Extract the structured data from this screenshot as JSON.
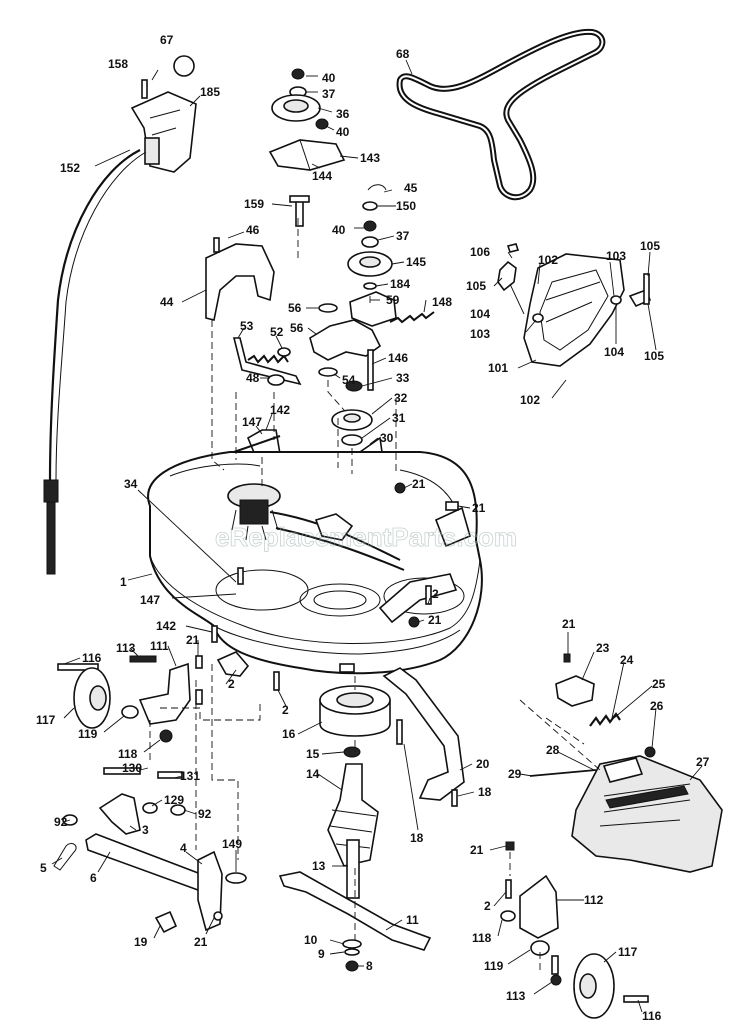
{
  "watermark": "eReplacementParts.com",
  "callouts": [
    {
      "id": "c67",
      "text": "67"
    },
    {
      "id": "c158",
      "text": "158"
    },
    {
      "id": "c185",
      "text": "185"
    },
    {
      "id": "c152",
      "text": "152"
    },
    {
      "id": "c40a",
      "text": "40"
    },
    {
      "id": "c37a",
      "text": "37"
    },
    {
      "id": "c36",
      "text": "36"
    },
    {
      "id": "c40b",
      "text": "40"
    },
    {
      "id": "c143",
      "text": "143"
    },
    {
      "id": "c144",
      "text": "144"
    },
    {
      "id": "c159",
      "text": "159"
    },
    {
      "id": "c68",
      "text": "68"
    },
    {
      "id": "c45",
      "text": "45"
    },
    {
      "id": "c150",
      "text": "150"
    },
    {
      "id": "c40c",
      "text": "40"
    },
    {
      "id": "c37b",
      "text": "37"
    },
    {
      "id": "c145",
      "text": "145"
    },
    {
      "id": "c184",
      "text": "184"
    },
    {
      "id": "c46",
      "text": "46"
    },
    {
      "id": "c44",
      "text": "44"
    },
    {
      "id": "c56a",
      "text": "56"
    },
    {
      "id": "c59",
      "text": "59"
    },
    {
      "id": "c148",
      "text": "148"
    },
    {
      "id": "c56b",
      "text": "56"
    },
    {
      "id": "c53",
      "text": "53"
    },
    {
      "id": "c52",
      "text": "52"
    },
    {
      "id": "c48",
      "text": "48"
    },
    {
      "id": "c146",
      "text": "146"
    },
    {
      "id": "c54",
      "text": "54"
    },
    {
      "id": "c33",
      "text": "33"
    },
    {
      "id": "c32",
      "text": "32"
    },
    {
      "id": "c31",
      "text": "31"
    },
    {
      "id": "c30",
      "text": "30"
    },
    {
      "id": "c147a",
      "text": "147"
    },
    {
      "id": "c142a",
      "text": "142"
    },
    {
      "id": "c106",
      "text": "106"
    },
    {
      "id": "c105a",
      "text": "105"
    },
    {
      "id": "c102a",
      "text": "102"
    },
    {
      "id": "c103a",
      "text": "103"
    },
    {
      "id": "c105b",
      "text": "105"
    },
    {
      "id": "c104a",
      "text": "104"
    },
    {
      "id": "c103b",
      "text": "103"
    },
    {
      "id": "c104b",
      "text": "104"
    },
    {
      "id": "c105c",
      "text": "105"
    },
    {
      "id": "c101",
      "text": "101"
    },
    {
      "id": "c102b",
      "text": "102"
    },
    {
      "id": "c34",
      "text": "34"
    },
    {
      "id": "c21a",
      "text": "21"
    },
    {
      "id": "c21b",
      "text": "21"
    },
    {
      "id": "c1",
      "text": "1"
    },
    {
      "id": "c147b",
      "text": "147"
    },
    {
      "id": "c2a",
      "text": "2"
    },
    {
      "id": "c21c",
      "text": "21"
    },
    {
      "id": "c142b",
      "text": "142"
    },
    {
      "id": "c21d",
      "text": "21"
    },
    {
      "id": "c116a",
      "text": "116"
    },
    {
      "id": "c113a",
      "text": "113"
    },
    {
      "id": "c111",
      "text": "111"
    },
    {
      "id": "c2b",
      "text": "2"
    },
    {
      "id": "c117a",
      "text": "117"
    },
    {
      "id": "c119a",
      "text": "119"
    },
    {
      "id": "c118a",
      "text": "118"
    },
    {
      "id": "c2c",
      "text": "2"
    },
    {
      "id": "c16",
      "text": "16"
    },
    {
      "id": "c15",
      "text": "15"
    },
    {
      "id": "c14",
      "text": "14"
    },
    {
      "id": "c20",
      "text": "20"
    },
    {
      "id": "c18a",
      "text": "18"
    },
    {
      "id": "c18b",
      "text": "18"
    },
    {
      "id": "c21e",
      "text": "21"
    },
    {
      "id": "c23",
      "text": "23"
    },
    {
      "id": "c24",
      "text": "24"
    },
    {
      "id": "c25",
      "text": "25"
    },
    {
      "id": "c26",
      "text": "26"
    },
    {
      "id": "c28",
      "text": "28"
    },
    {
      "id": "c27",
      "text": "27"
    },
    {
      "id": "c29",
      "text": "29"
    },
    {
      "id": "c130",
      "text": "130"
    },
    {
      "id": "c131",
      "text": "131"
    },
    {
      "id": "c129",
      "text": "129"
    },
    {
      "id": "c92a",
      "text": "92"
    },
    {
      "id": "c92b",
      "text": "92"
    },
    {
      "id": "c3",
      "text": "3"
    },
    {
      "id": "c5",
      "text": "5"
    },
    {
      "id": "c6",
      "text": "6"
    },
    {
      "id": "c4",
      "text": "4"
    },
    {
      "id": "c149",
      "text": "149"
    },
    {
      "id": "c19",
      "text": "19"
    },
    {
      "id": "c21f",
      "text": "21"
    },
    {
      "id": "c13",
      "text": "13"
    },
    {
      "id": "c11",
      "text": "11"
    },
    {
      "id": "c10",
      "text": "10"
    },
    {
      "id": "c9",
      "text": "9"
    },
    {
      "id": "c8",
      "text": "8"
    },
    {
      "id": "c21g",
      "text": "21"
    },
    {
      "id": "c2d",
      "text": "2"
    },
    {
      "id": "c112",
      "text": "112"
    },
    {
      "id": "c118b",
      "text": "118"
    },
    {
      "id": "c119b",
      "text": "119"
    },
    {
      "id": "c117b",
      "text": "117"
    },
    {
      "id": "c113b",
      "text": "113"
    },
    {
      "id": "c116b",
      "text": "116"
    }
  ]
}
